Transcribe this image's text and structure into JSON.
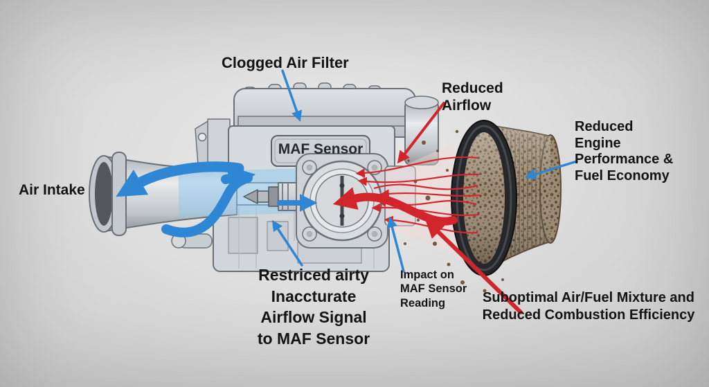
{
  "title": "Clogged Air Filter Effects Diagram",
  "colors": {
    "arrow_blue": "#2f86d4",
    "arrow_red": "#d2242b",
    "text": "#131313",
    "background_gray": "#dcdcdc",
    "filter_dirt_brown": "#9d8b73",
    "filter_ring_black": "#26272a",
    "engine_gray": "#d7dade"
  },
  "labels": {
    "clogged_air_filter": "Clogged Air Filter",
    "reduced_airflow": "Reduced\nAirflow",
    "maf_sensor": "MAF Sensor",
    "air_intake": "Air Intake",
    "reduced_engine": "Reduced\nEngine\nPerformance &\nFuel Economy",
    "restricted_signal": "Restriced airty\nInaccturate\nAirflow Signal\nto MAF Sensor",
    "impact_maf": "Impact on\nMAF Sensor\nReading",
    "suboptimal": "Suboptimal Air/Fuel Mixture and\nReduced Combustion Efficiency"
  },
  "legend_semantics": {
    "blue_arrows": "incoming air flow",
    "red_arrows": "restricted / reduced air flow"
  }
}
